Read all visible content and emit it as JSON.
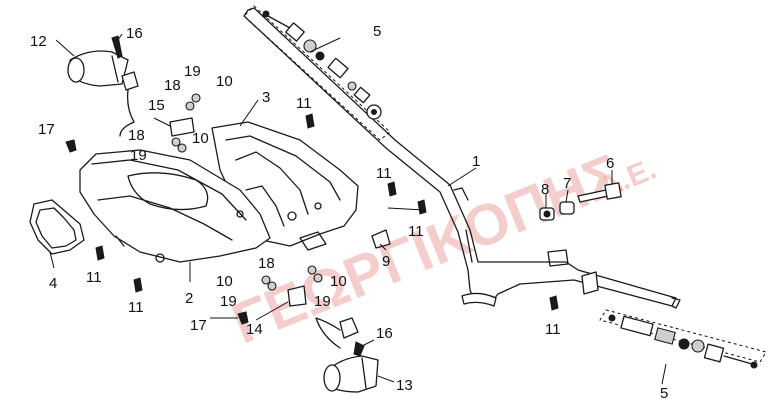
{
  "watermark": {
    "text": "ΓΕΩΡΓΙΚΟΠΗΣ",
    "suffix": "Α.Ε.",
    "color": "#d9534f"
  },
  "callouts": {
    "p1": "1",
    "p2": "2",
    "p3": "3",
    "p4": "4",
    "p5_top": "5",
    "p5_bottom": "5",
    "p6": "6",
    "p7": "7",
    "p8": "8",
    "p9": "9",
    "p10_a": "10",
    "p10_b": "10",
    "p10_c": "10",
    "p10_d": "10",
    "p11_a": "11",
    "p11_b": "11",
    "p11_c": "11",
    "p11_d": "11",
    "p11_e": "11",
    "p11_f": "11",
    "p12": "12",
    "p13": "13",
    "p14": "14",
    "p15": "15",
    "p16_a": "16",
    "p16_b": "16",
    "p17_a": "17",
    "p17_b": "17",
    "p18_a": "18",
    "p18_b": "18",
    "p18_c": "18",
    "p19_a": "19",
    "p19_b": "19",
    "p19_c": "19",
    "p19_d": "19"
  }
}
